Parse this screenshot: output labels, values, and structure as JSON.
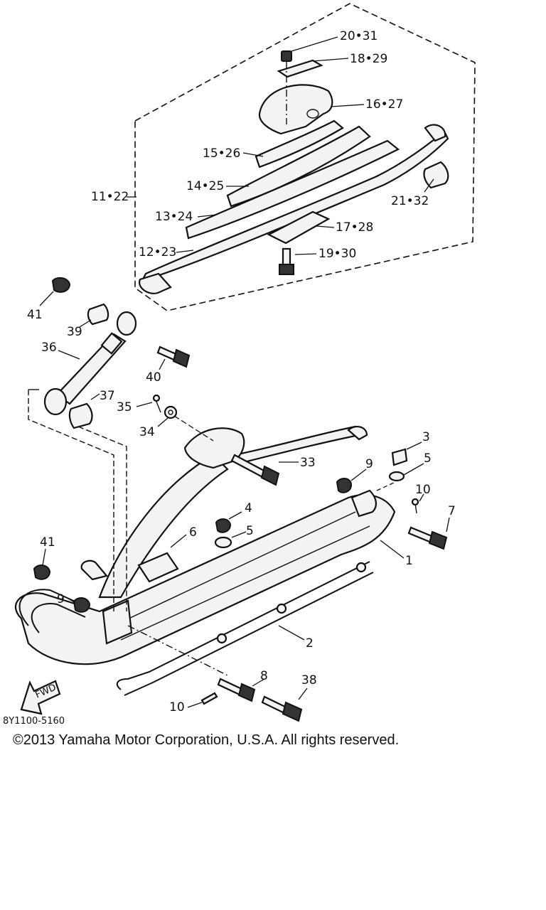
{
  "labels": {
    "l20_31": "20•31",
    "l18_29": "18•29",
    "l16_27": "16•27",
    "l15_26": "15•26",
    "l14_25": "14•25",
    "l11_22": "11•22",
    "l21_32": "21•32",
    "l13_24": "13•24",
    "l17_28": "17•28",
    "l12_23": "12•23",
    "l19_30": "19•30",
    "l41a": "41",
    "l39": "39",
    "l36": "36",
    "l40": "40",
    "l37": "37",
    "l35": "35",
    "l34": "34",
    "l33": "33",
    "l3": "3",
    "l9a": "9",
    "l5a": "5",
    "l10a": "10",
    "l7": "7",
    "l4": "4",
    "l5b": "5",
    "l6": "6",
    "l41b": "41",
    "l1": "1",
    "l9b": "9",
    "l2": "2",
    "l8": "8",
    "l38": "38",
    "l10b": "10"
  },
  "fwd_label": "FWD",
  "diagram_code": "8Y1100-5160",
  "copyright": "©2013 Yamaha Motor Corporation, U.S.A. All rights reserved."
}
